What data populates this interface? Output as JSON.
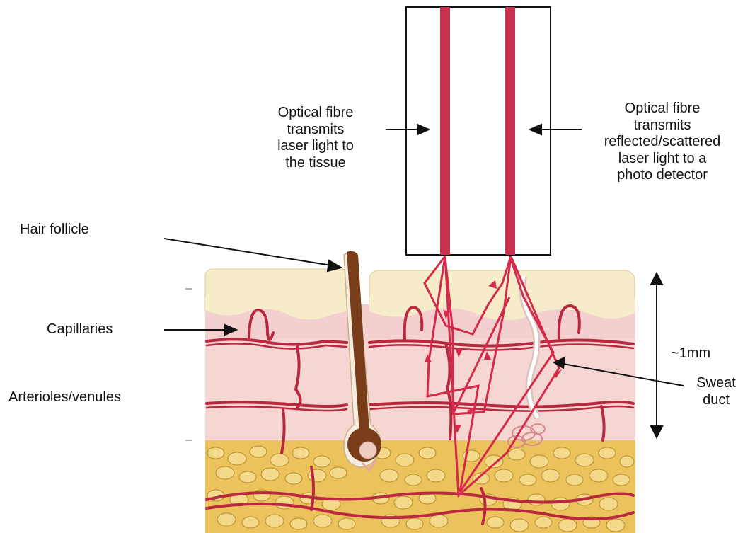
{
  "labels": {
    "fibre_left": "Optical fibre\ntransmits\nlaser light to\nthe tissue",
    "fibre_right": "Optical fibre\ntransmits\nreflected/scattered\nlaser light to a\nphoto detector",
    "hair_follicle": "Hair follicle",
    "capillaries": "Capillaries",
    "arterioles_venules": "Arterioles/venules",
    "scale": "~1mm",
    "sweat_duct": "Sweat\nduct"
  },
  "colors": {
    "fibre": "#c8324e",
    "vessel": "#b8283f",
    "laser_path": "#d42a4a",
    "epidermis": "#f7ecc8",
    "dermis": "#f6d8d4",
    "fat": "#ecc35e",
    "hair": "#7a3d1a"
  }
}
